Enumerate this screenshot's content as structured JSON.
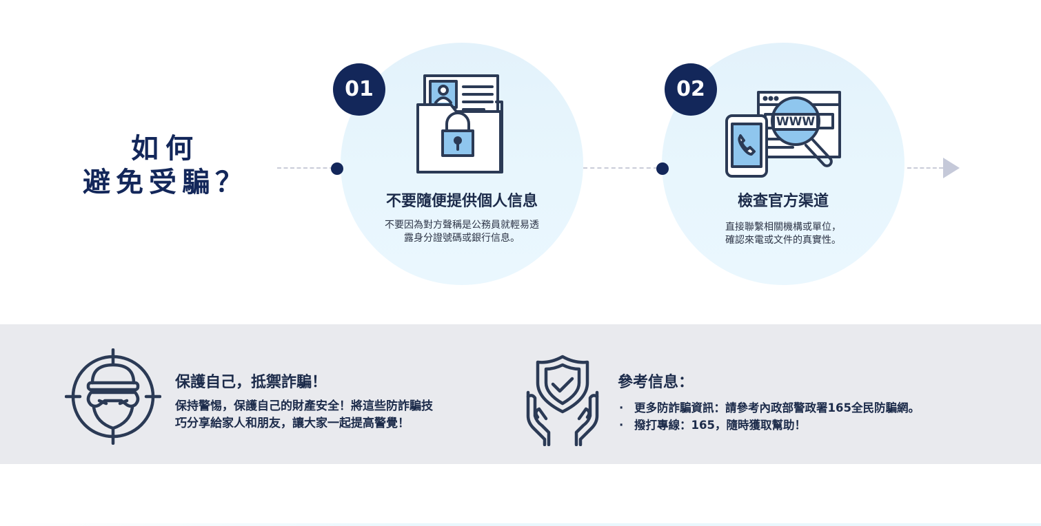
{
  "heading": {
    "line1": "如何",
    "line2": "避免受騙？"
  },
  "steps": [
    {
      "number": "01",
      "icon": "locked-folder-id-card-icon",
      "title": "不要隨便提供個人信息",
      "desc_line1": "不要因為對方聲稱是公務員就輕易透",
      "desc_line2": "露身分證號碼或銀行信息。"
    },
    {
      "number": "02",
      "icon": "phone-www-magnifier-icon",
      "title": "檢查官方渠道",
      "desc_line1": "直接聯繫相關機構或單位，",
      "desc_line2": "確認來電或文件的真實性。"
    }
  ],
  "protect": {
    "icon": "burglar-target-icon",
    "title": "保護自己，抵禦詐騙！",
    "line1": "保持警惕，保護自己的財產安全！將這些防詐騙技",
    "line2": "巧分享給家人和朋友，讓大家一起提高警覺！"
  },
  "reference": {
    "icon": "hands-shield-check-icon",
    "title": "參考信息：",
    "bullet": "·",
    "items": [
      "更多防詐騙資訊：請參考內政部警政署165全民防騙網。",
      "撥打專線：165，隨時獲取幫助！"
    ]
  },
  "colors": {
    "navy": "#13275a",
    "circle_fill": "#e6f4fc",
    "icon_blue": "#8fc6ee",
    "band_grey": "#e9eaee",
    "dash_grey": "#c9ccd8"
  }
}
